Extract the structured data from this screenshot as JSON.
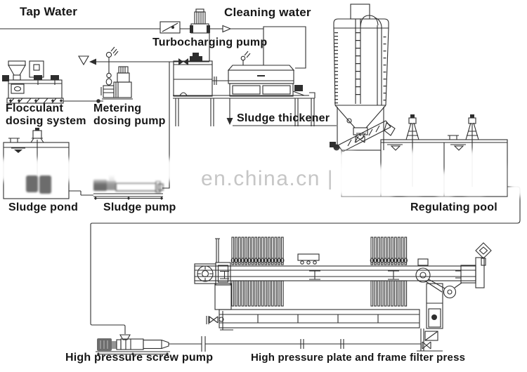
{
  "labels": {
    "tap_water": "Tap Water",
    "cleaning_water": "Cleaning water",
    "turbocharging_pump": "Turbocharging pump",
    "flocculant_dosing_system": {
      "line1": "Flocculant",
      "line2": "dosing system"
    },
    "metering_dosing_pump": {
      "line1": "Metering",
      "line2": "dosing pump"
    },
    "sludge_thickener": "Sludge thickener",
    "sludge_pond": "Sludge pond",
    "sludge_pump": "Sludge pump",
    "regulating_pool": "Regulating pool",
    "high_pressure_screw_pump": "High pressure screw pump",
    "high_pressure_filter_press": "High pressure plate and frame filter press"
  },
  "watermark": {
    "text": "en.china.cn |"
  },
  "colors": {
    "line": "#2e2e2e",
    "label": "#161616",
    "watermark": "#c6c6c6",
    "background": "#ffffff"
  }
}
